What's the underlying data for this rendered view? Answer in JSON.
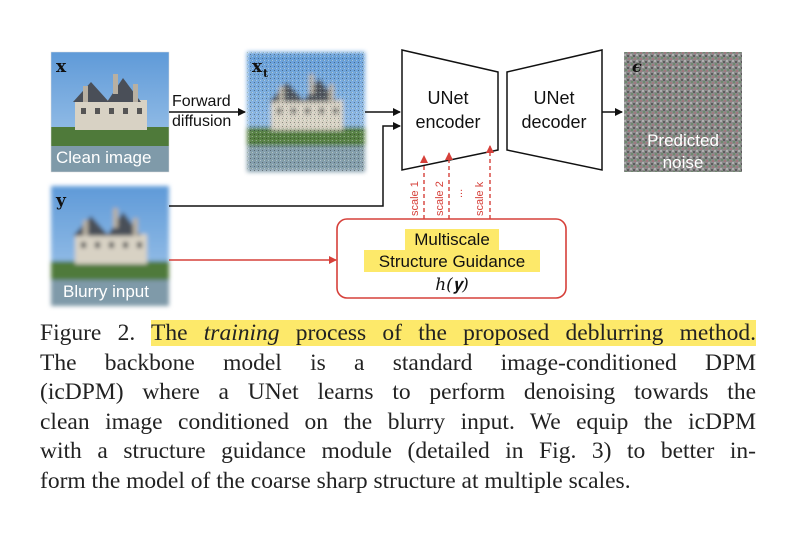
{
  "images": {
    "clean": {
      "symbol": "x",
      "label": "Clean image"
    },
    "noisy": {
      "symbol": "x",
      "subscript": "t"
    },
    "blurry": {
      "symbol": "y",
      "label": "Blurry input"
    },
    "noise": {
      "symbol": "ϵ",
      "label_line1": "Predicted",
      "label_line2": "noise"
    }
  },
  "arrows": {
    "forward_line1": "Forward",
    "forward_line2": "diffusion"
  },
  "unet": {
    "encoder_line1": "UNet",
    "encoder_line2": "encoder",
    "decoder_line1": "UNet",
    "decoder_line2": "decoder",
    "scales": [
      "scale 1",
      "scale 2",
      "...",
      "scale k"
    ]
  },
  "guidance": {
    "line1": "Multiscale",
    "line2": "Structure Guidance",
    "formula": "h(𝐲)"
  },
  "caption": {
    "figure_label": "Figure 2.",
    "hl_part1": "The ",
    "hl_italic": "training",
    "hl_part2": " process of the proposed deblurring method.",
    "line2": "The backbone model is a standard image-conditioned DPM",
    "line3": "(icDPM) where a UNet learns to perform denoising towards the",
    "line4": "clean image conditioned on the blurry input. We equip the icDPM",
    "line5": "with a structure guidance module (detailed in Fig. 3) to better in-",
    "line6": "form the model of the coarse sharp structure at multiple scales."
  },
  "colors": {
    "guidance_red": "#d6403a",
    "highlight": "#fde96a"
  }
}
